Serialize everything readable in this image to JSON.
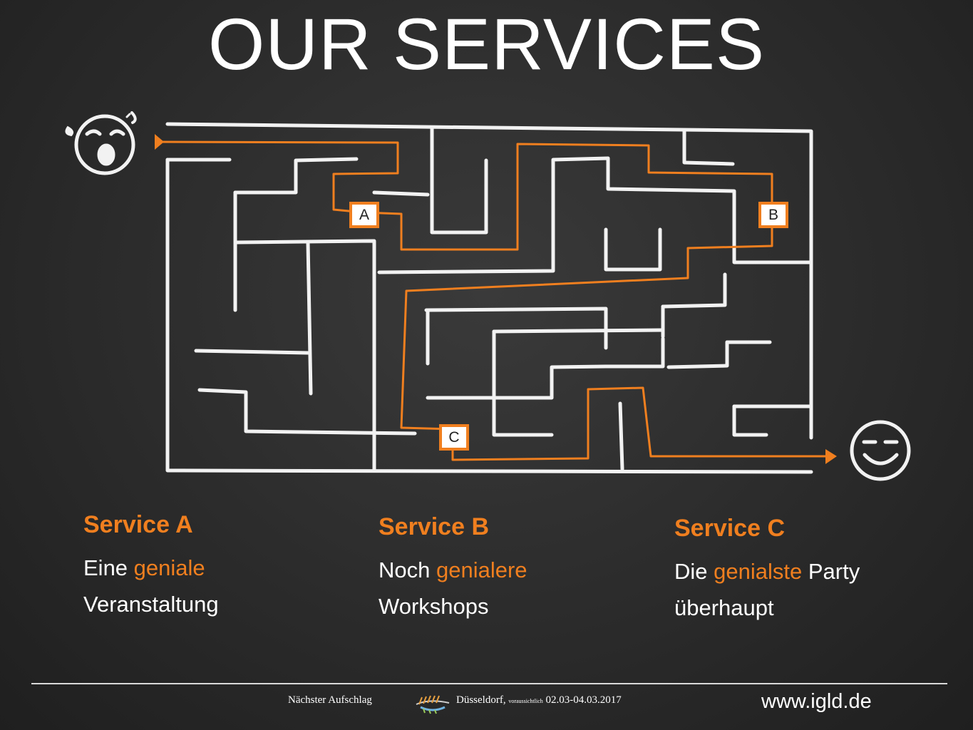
{
  "slide": {
    "title": "OUR SERVICES"
  },
  "maze": {
    "checkpoints": [
      "A",
      "B",
      "C"
    ],
    "start_face_icon": "crying-face-icon",
    "end_face_icon": "smiling-face-icon",
    "path_color": "#f07f1f",
    "wall_color": "#f2f2f2"
  },
  "services": [
    {
      "heading": "Service A",
      "line1_pre": "Eine ",
      "line1_accent": "geniale",
      "line1_post": "",
      "line2": "Veranstaltung"
    },
    {
      "heading": "Service B",
      "line1_pre": "Noch ",
      "line1_accent": "genialere",
      "line1_post": "",
      "line2": "Workshops"
    },
    {
      "heading": "Service C",
      "line1_pre": "Die ",
      "line1_accent": "genialste",
      "line1_post": " Party",
      "line2": "überhaupt"
    }
  ],
  "footer": {
    "next_label": "Nächster Aufschlag",
    "city": "Düsseldorf,",
    "tentative": "voraussichtlich",
    "dates": "02.03-04.03.2017",
    "website": "www.igld.de"
  },
  "colors": {
    "accent": "#f07f1f",
    "text": "#ffffff",
    "background": "#2b2b2b"
  }
}
